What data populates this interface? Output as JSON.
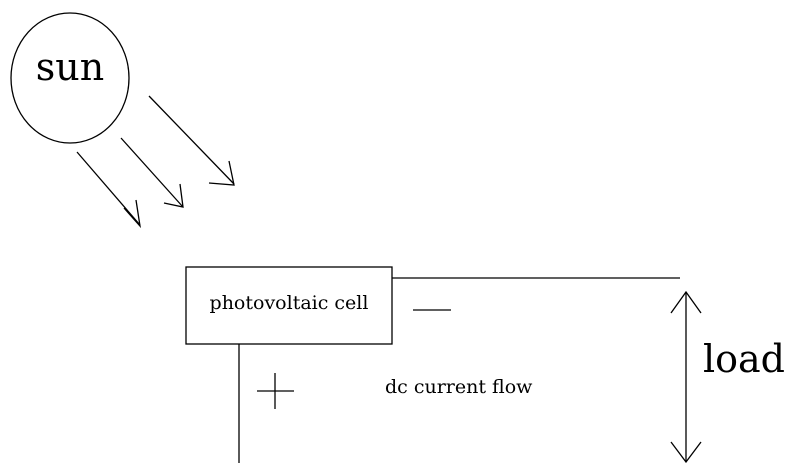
{
  "labels": {
    "sun": "sun",
    "cell": "photovoltaic cell",
    "load": "load",
    "current": "dc current flow",
    "plus": "+",
    "minus": "—"
  },
  "colors": {
    "background": "#ffffff",
    "stroke": "#000000"
  }
}
